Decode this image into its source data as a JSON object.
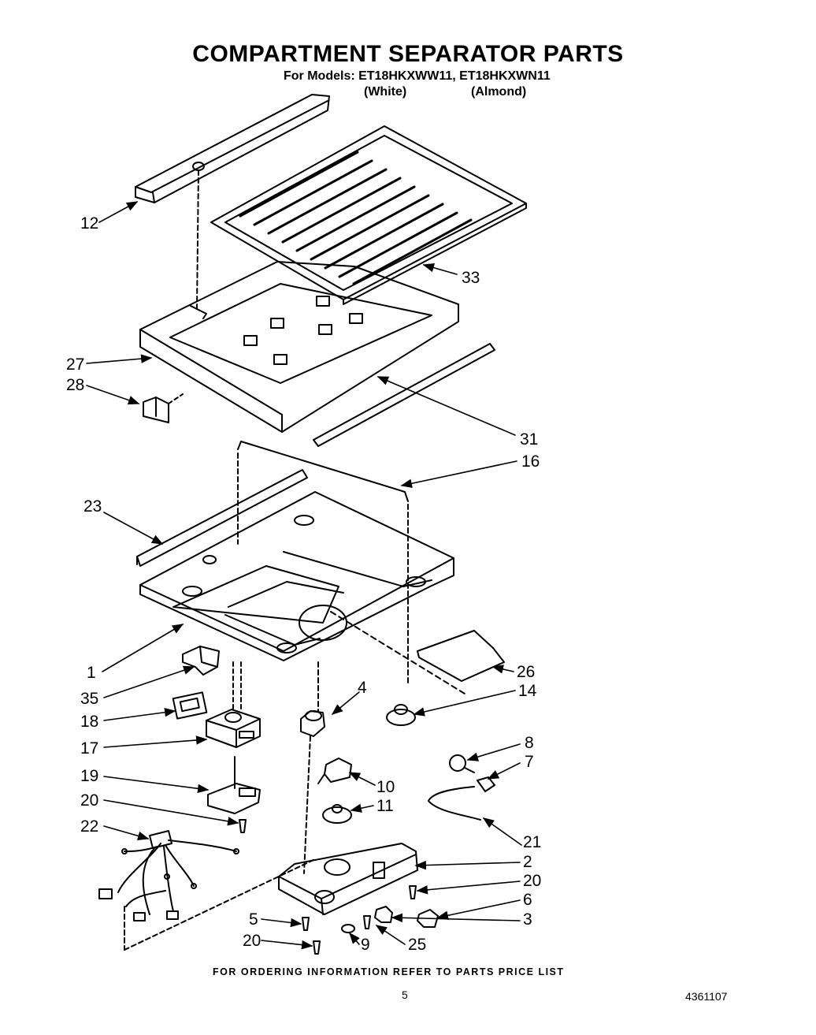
{
  "header": {
    "title": "COMPARTMENT SEPARATOR PARTS",
    "models": "For Models: ET18HKXWW11, ET18HKXWN11",
    "variant_white": "(White)",
    "variant_almond": "(Almond)"
  },
  "footer": {
    "note": "FOR ORDERING INFORMATION REFER TO PARTS PRICE LIST",
    "page_number": "5",
    "document_number": "4361107"
  },
  "part_labels": [
    "12",
    "33",
    "27",
    "28",
    "31",
    "16",
    "23",
    "1",
    "26",
    "35",
    "4",
    "14",
    "18",
    "17",
    "8",
    "7",
    "19",
    "10",
    "11",
    "20",
    "22",
    "21",
    "2",
    "20",
    "6",
    "5",
    "3",
    "20",
    "9",
    "25"
  ]
}
